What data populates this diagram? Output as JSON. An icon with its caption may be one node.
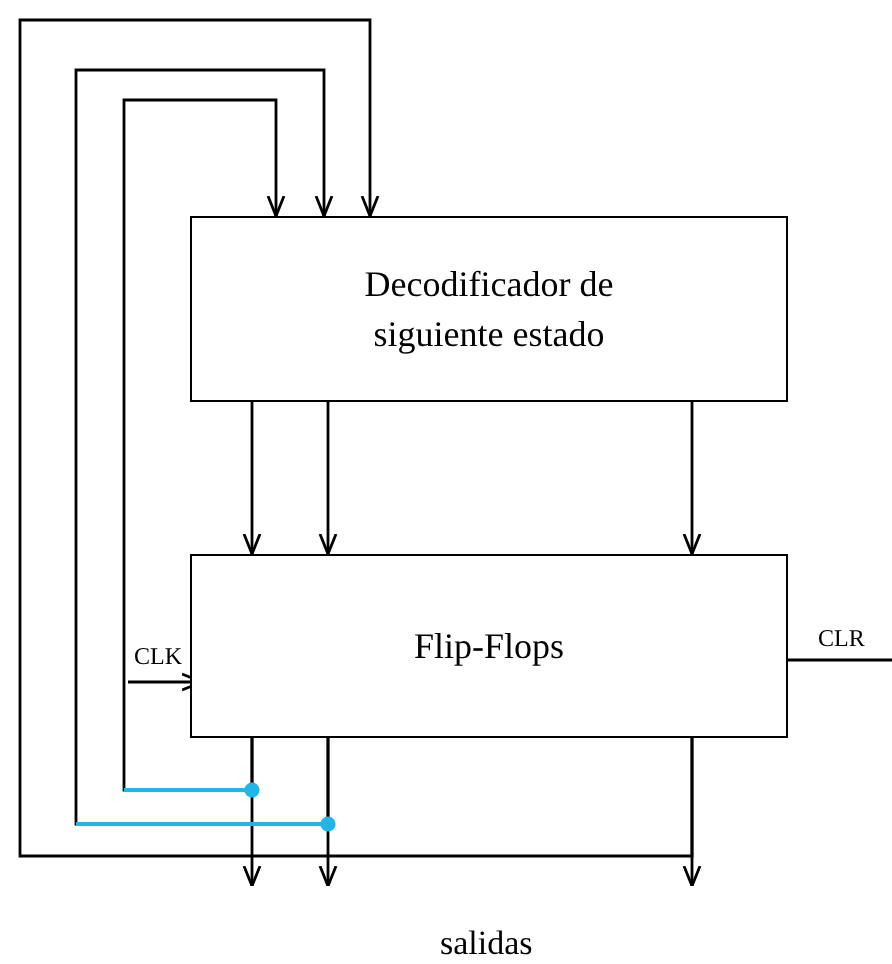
{
  "diagram": {
    "nodes": [
      {
        "text": [
          "Decodificador de siguiente estado"
        ]
      },
      {
        "text": [
          "Flip-Flops"
        ]
      }
    ],
    "edges": [
      {
        "from": 0,
        "to": 1,
        "arrow": "to"
      },
      {
        "from": 0,
        "to": 1,
        "arrow": "to"
      },
      {
        "from": 0,
        "to": 1,
        "arrow": "to"
      },
      {
        "from": 1,
        "to": null,
        "arrow": "to"
      },
      {
        "from": 1,
        "to": null,
        "arrow": "to"
      },
      {
        "from": 1,
        "to": null,
        "arrow": "to"
      },
      {
        "from": 1,
        "to": 0,
        "arrow": "to"
      },
      {
        "from": 1,
        "to": 0,
        "arrow": "to"
      },
      {
        "from": 1,
        "to": 0,
        "arrow": "to"
      },
      {
        "from": null,
        "to": 1,
        "arrow": "to",
        "label": "CLK"
      },
      {
        "from": 1,
        "to": null,
        "arrow": "none",
        "label": "CLR"
      }
    ],
    "labels": [
      "salidas"
    ]
  }
}
